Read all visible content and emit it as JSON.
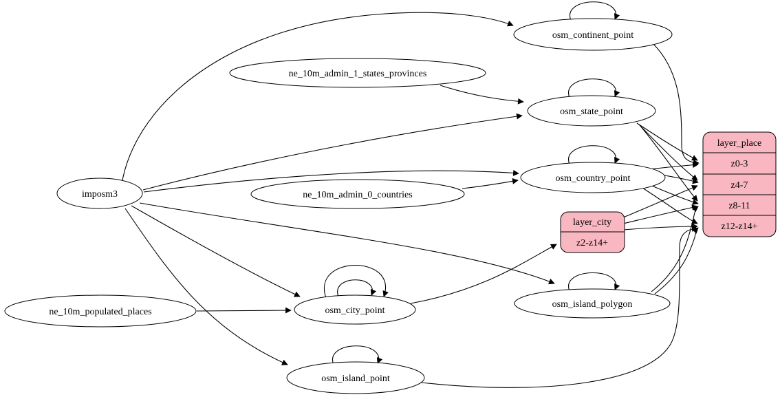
{
  "diagram": {
    "colors": {
      "background": "#ffffff",
      "node_fill": "#ffffff",
      "record_fill": "#f9b7c2",
      "stroke": "#000000"
    },
    "nodes": {
      "imposm3": {
        "label": "imposm3",
        "shape": "ellipse"
      },
      "ne_10m_admin_1_states_provinces": {
        "label": "ne_10m_admin_1_states_provinces",
        "shape": "ellipse"
      },
      "ne_10m_admin_0_countries": {
        "label": "ne_10m_admin_0_countries",
        "shape": "ellipse"
      },
      "ne_10m_populated_places": {
        "label": "ne_10m_populated_places",
        "shape": "ellipse"
      },
      "osm_continent_point": {
        "label": "osm_continent_point",
        "shape": "ellipse"
      },
      "osm_state_point": {
        "label": "osm_state_point",
        "shape": "ellipse"
      },
      "osm_country_point": {
        "label": "osm_country_point",
        "shape": "ellipse"
      },
      "osm_city_point": {
        "label": "osm_city_point",
        "shape": "ellipse"
      },
      "osm_island_polygon": {
        "label": "osm_island_polygon",
        "shape": "ellipse"
      },
      "osm_island_point": {
        "label": "osm_island_point",
        "shape": "ellipse"
      },
      "layer_city": {
        "title": "layer_city",
        "rows": [
          "z2-z14+"
        ]
      },
      "layer_place": {
        "title": "layer_place",
        "rows": [
          "z0-3",
          "z4-7",
          "z8-11",
          "z12-z14+"
        ]
      }
    },
    "edges": [
      {
        "from": "imposm3",
        "to": "osm_continent_point"
      },
      {
        "from": "imposm3",
        "to": "osm_state_point"
      },
      {
        "from": "imposm3",
        "to": "osm_country_point"
      },
      {
        "from": "imposm3",
        "to": "osm_city_point"
      },
      {
        "from": "imposm3",
        "to": "osm_island_polygon"
      },
      {
        "from": "imposm3",
        "to": "osm_island_point"
      },
      {
        "from": "ne_10m_admin_1_states_provinces",
        "to": "osm_state_point"
      },
      {
        "from": "ne_10m_admin_0_countries",
        "to": "osm_country_point"
      },
      {
        "from": "ne_10m_populated_places",
        "to": "osm_city_point"
      },
      {
        "from": "osm_continent_point",
        "to": "osm_continent_point",
        "self_loop": true
      },
      {
        "from": "osm_state_point",
        "to": "osm_state_point",
        "self_loop": true
      },
      {
        "from": "osm_country_point",
        "to": "osm_country_point",
        "self_loop": true
      },
      {
        "from": "osm_city_point",
        "to": "osm_city_point",
        "self_loop": true
      },
      {
        "from": "osm_city_point",
        "to": "osm_city_point",
        "self_loop": true
      },
      {
        "from": "osm_island_polygon",
        "to": "osm_island_polygon",
        "self_loop": true
      },
      {
        "from": "osm_island_point",
        "to": "osm_island_point",
        "self_loop": true
      },
      {
        "from": "osm_continent_point",
        "to": "layer_place",
        "to_port": "z0-3"
      },
      {
        "from": "osm_state_point",
        "to": "layer_place",
        "to_port": "z0-3"
      },
      {
        "from": "osm_state_point",
        "to": "layer_place",
        "to_port": "z4-7"
      },
      {
        "from": "osm_state_point",
        "to": "layer_place",
        "to_port": "z8-11"
      },
      {
        "from": "osm_country_point",
        "to": "layer_place",
        "to_port": "z0-3"
      },
      {
        "from": "osm_country_point",
        "to": "layer_place",
        "to_port": "z4-7"
      },
      {
        "from": "osm_country_point",
        "to": "layer_place",
        "to_port": "z8-11"
      },
      {
        "from": "osm_country_point",
        "to": "layer_place",
        "to_port": "z12-z14+"
      },
      {
        "from": "osm_city_point",
        "to": "layer_city",
        "to_port": "z2-z14+"
      },
      {
        "from": "layer_city",
        "to": "layer_place",
        "to_port": "z4-7"
      },
      {
        "from": "layer_city",
        "to": "layer_place",
        "to_port": "z8-11"
      },
      {
        "from": "layer_city",
        "to": "layer_place",
        "to_port": "z12-z14+"
      },
      {
        "from": "osm_island_polygon",
        "to": "layer_place",
        "to_port": "z8-11"
      },
      {
        "from": "osm_island_polygon",
        "to": "layer_place",
        "to_port": "z12-z14+"
      },
      {
        "from": "osm_island_point",
        "to": "layer_place",
        "to_port": "z12-z14+"
      }
    ]
  }
}
